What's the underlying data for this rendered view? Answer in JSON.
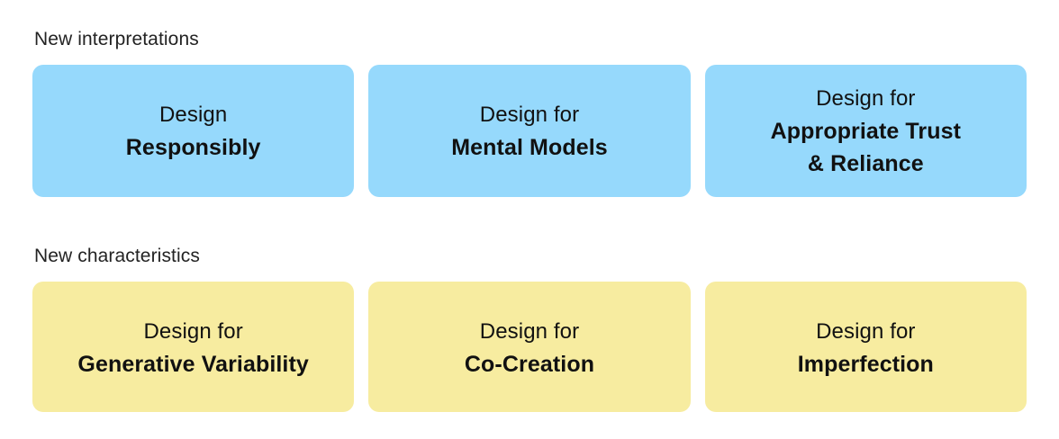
{
  "page": {
    "background_color": "#ffffff",
    "text_color": "#111111",
    "label_color": "#232323"
  },
  "sections": [
    {
      "id": "new-interpretations",
      "label": "New interpretations",
      "card_color": "#96d9fc",
      "cards": [
        {
          "id": "design-responsibly",
          "lines": [
            {
              "text": "Design",
              "weight": "regular"
            },
            {
              "text": "Responsibly",
              "weight": "bold"
            }
          ]
        },
        {
          "id": "design-for-mental-models",
          "lines": [
            {
              "text": "Design for",
              "weight": "regular"
            },
            {
              "text": "Mental Models",
              "weight": "bold"
            }
          ]
        },
        {
          "id": "design-for-appropriate-trust-and-reliance",
          "lines": [
            {
              "text": "Design for",
              "weight": "regular"
            },
            {
              "text": "Appropriate Trust",
              "weight": "bold"
            },
            {
              "text": "& Reliance",
              "weight": "bold"
            }
          ]
        }
      ]
    },
    {
      "id": "new-characteristics",
      "label": "New characteristics",
      "card_color": "#f7eca0",
      "cards": [
        {
          "id": "design-for-generative-variability",
          "lines": [
            {
              "text": "Design for",
              "weight": "regular"
            },
            {
              "text": "Generative Variability",
              "weight": "bold"
            }
          ]
        },
        {
          "id": "design-for-co-creation",
          "lines": [
            {
              "text": "Design for",
              "weight": "regular"
            },
            {
              "text": "Co-Creation",
              "weight": "bold"
            }
          ]
        },
        {
          "id": "design-for-imperfection",
          "lines": [
            {
              "text": "Design for",
              "weight": "regular"
            },
            {
              "text": "Imperfection",
              "weight": "bold"
            }
          ]
        }
      ]
    }
  ]
}
